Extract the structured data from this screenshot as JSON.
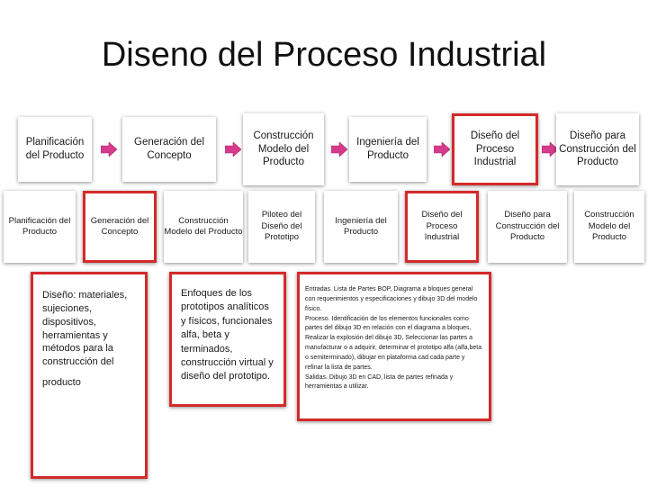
{
  "slide": {
    "title": "Diseno del Proceso Industrial"
  },
  "top_row": [
    "Planificación del Producto",
    "Generación del Concepto",
    "Construcción Modelo del Producto",
    "Ingeniería del Producto",
    "Diseño del Proceso Industrial",
    "Diseño para Construcción del Producto"
  ],
  "second_row": [
    "Planificación del Producto",
    "Generación del Concepto",
    "Construcción Modelo del Producto",
    "Piloteo del Diseño del Prototipo",
    "Ingeniería del Producto",
    "Diseño del Proceso Industrial",
    "Diseño para Construcción del Producto",
    "Construcción Modelo del Producto"
  ],
  "details": {
    "d1_text": "Diseño: materiales, sujeciones, dispositivos, herramientas y métodos para la construcción del",
    "d1_tail": "producto",
    "d2_text": "Enfoques de los prototipos analíticos y físicos, funcionales alfa, beta y terminados, construcción virtual y diseño del prototipo.",
    "d3_line1": "Entradas. Lista de Partes BOP, Diagrama a bloques general con requerimientos y especificaciones y dibujo 3D del modelo físico.",
    "d3_line2": "Proceso. Identificación de los elementos funcionales como partes del dibujo 3D en relación con el diagrama a bloques, Realizar la explosión del dibujo 3D, Seleccionar las partes a manufacturar o a adquirir, determinar el prototipo alfa (alfa,beta o semiterminado), dibujar en plataforma cad cada parte y refinar la lista de partes.",
    "d3_line3": "Salidas. Dibujo 3D en CAD, lista de partes refinada y herramientas a utilizar."
  },
  "colors": {
    "accent_red": "#d42a2a",
    "arrow_pink": "#d63a8a"
  }
}
